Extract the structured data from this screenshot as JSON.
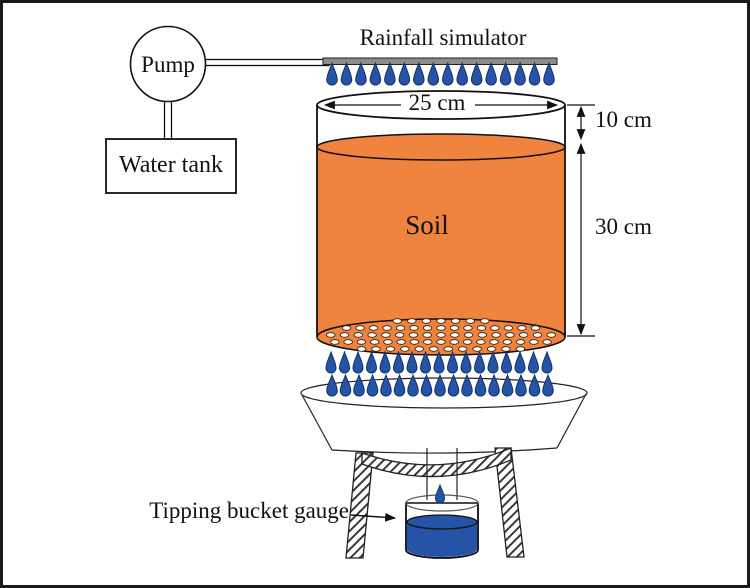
{
  "diagram": {
    "title": "Rainfall simulator",
    "pump": {
      "label": "Pump"
    },
    "water_tank": {
      "label": "Water tank"
    },
    "soil_column": {
      "label": "Soil",
      "diameter": "25 cm",
      "headspace": "10 cm",
      "depth": "30 cm"
    },
    "tipping_bucket": {
      "label": "Tipping bucket gauge"
    },
    "colors": {
      "soil": "#F0833E",
      "water": "#2553A6",
      "water_outline": "#14306B",
      "bar": "#8C8C8C"
    }
  }
}
